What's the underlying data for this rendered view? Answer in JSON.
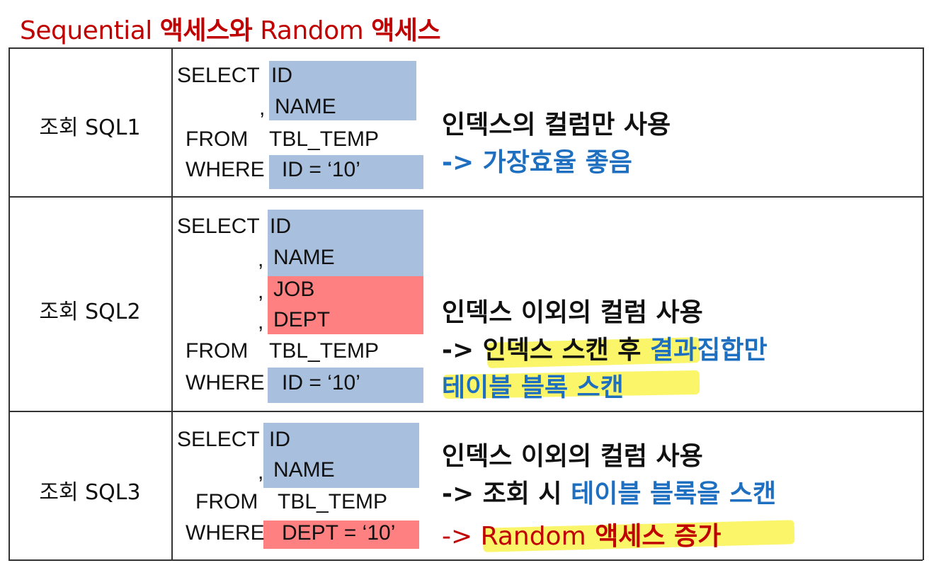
{
  "title": {
    "part1": "Sequential ",
    "part2": "액세스와",
    "part3": " Random ",
    "part4": "액세스"
  },
  "rows": [
    {
      "label": "조회 SQL1",
      "sql": {
        "select": "SELECT",
        "c1": "ID",
        "comma1": ",",
        "c2": "NAME",
        "from": "FROM",
        "table": "TBL_TEMP",
        "where": "WHERE",
        "cond": "ID = ‘10’"
      },
      "note": {
        "line1": "인덱스의 컬럼만 사용",
        "line2": "-> 가장효율 좋음"
      }
    },
    {
      "label": "조회 SQL2",
      "sql": {
        "select": "SELECT",
        "c1": "ID",
        "comma1": ",",
        "c2": "NAME",
        "comma2": ",",
        "c3": "JOB",
        "comma3": ",",
        "c4": "DEPT",
        "from": "FROM",
        "table": "TBL_TEMP",
        "where": "WHERE",
        "cond": "ID = ‘10’"
      },
      "note": {
        "line1": "인덱스 이외의 컬럼 사용",
        "line2_arrow": "-> ",
        "line2_a": "인덱스 스캔 후 ",
        "line2_b": "결과집합만",
        "line3": "테이블 블록 스캔"
      }
    },
    {
      "label": "조회 SQL3",
      "sql": {
        "select": "SELECT",
        "c1": "ID",
        "comma1": ",",
        "c2": "NAME",
        "from": "FROM",
        "table": "TBL_TEMP",
        "where": "WHERE",
        "cond": "DEPT = ‘10’"
      },
      "note": {
        "line1": "인덱스 이외의 컬럼 사용",
        "line2_a": "-> 조회 시 ",
        "line2_b": "테이블 블록을 스캔",
        "line3_arrow": "-> ",
        "line3_a": "Random",
        "line3_b": " 액세스 증가"
      }
    }
  ]
}
